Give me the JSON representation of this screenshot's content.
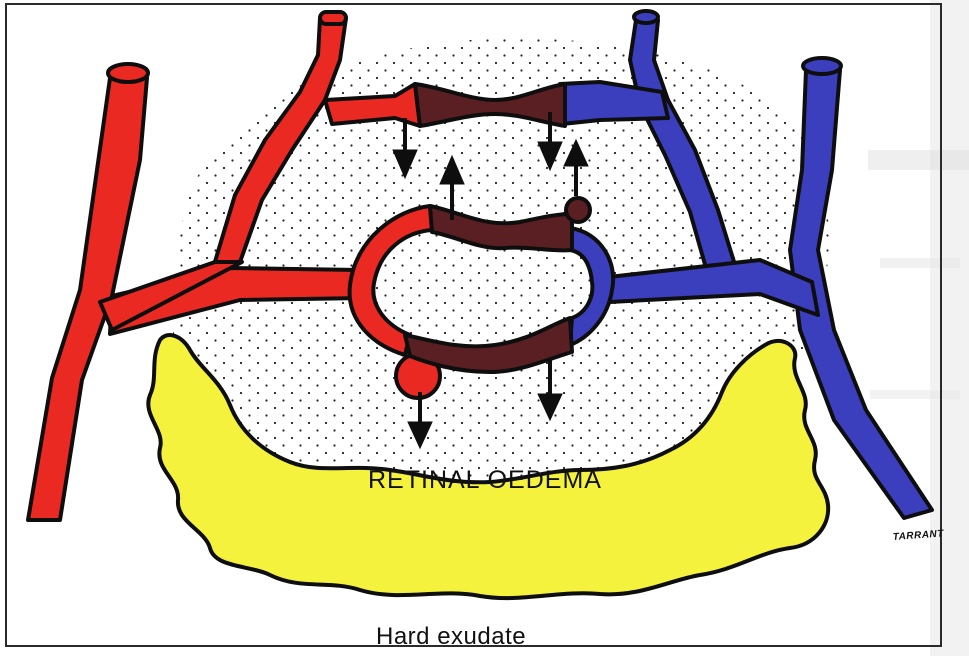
{
  "labels": {
    "oedema": "RETINAL OEDEMA",
    "exudate": "Hard exudate",
    "signature": "TARRANT"
  },
  "colors": {
    "artery": "#ea2a22",
    "vein": "#3b3fbe",
    "capillary": "#5a1f22",
    "exudate": "#f4f23c",
    "outline": "#0e0e0e",
    "background": "#ffffff",
    "frame": "#2a2a2a"
  },
  "icons": [
    "arrow-down-icon",
    "arrow-up-icon"
  ]
}
